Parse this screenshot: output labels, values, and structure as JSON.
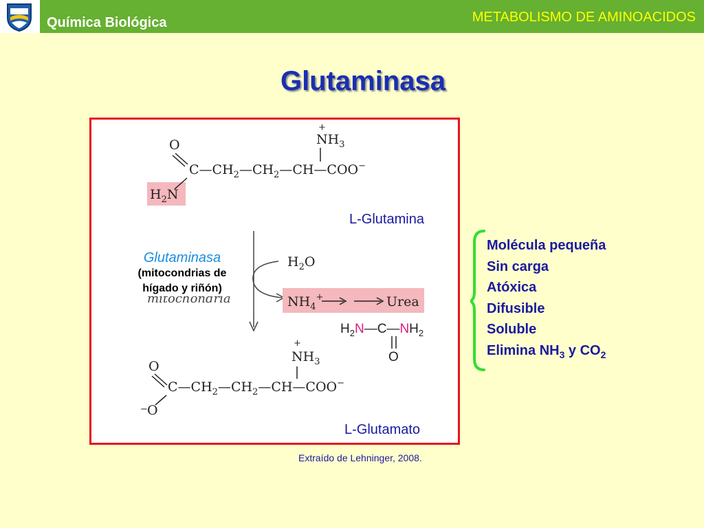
{
  "header": {
    "course_title": "Química Biológica",
    "section_title": "METABOLISMO DE AMINOACIDOS"
  },
  "slide": {
    "title": "Glutaminasa"
  },
  "diagram": {
    "substrate_label": "L-Glutamina",
    "product_label": "L-Glutamato",
    "enzyme_name": "Glutaminasa",
    "enzyme_location": "(mitocondrias de hígado y riñón)",
    "ghost_text": "mitochondria",
    "reactant_water": "H2O",
    "ammonium": "NH4",
    "arrow_target": "Urea",
    "credit": "Extraído de Lehninger, 2008."
  },
  "properties": {
    "items": [
      "Molécula pequeña",
      "Sin carga",
      "Atóxica",
      "Difusible",
      "Soluble"
    ],
    "last_prefix": "Elimina NH",
    "last_sub1": "3",
    "last_mid": " y CO",
    "last_sub2": "2"
  },
  "colors": {
    "header_bg": "#66b032",
    "title": "#1a2fb0",
    "frame_border": "#e8121b",
    "highlight": "#f4b8bd",
    "bracket": "#33dd33",
    "nitrogen": "#e0197d"
  }
}
